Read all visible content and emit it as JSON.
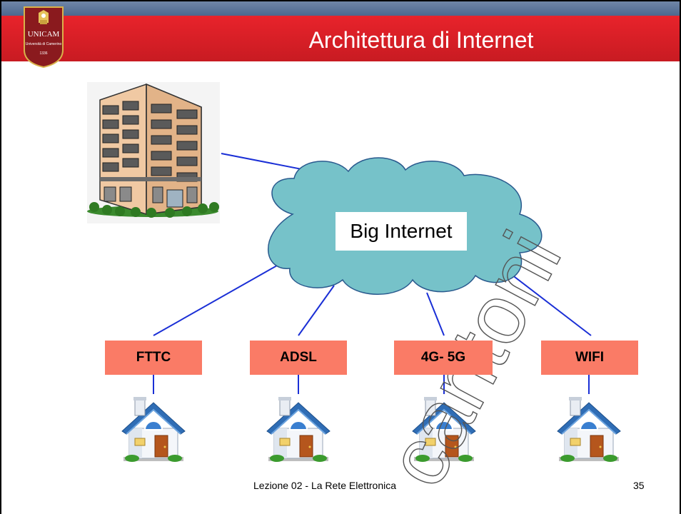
{
  "slide": {
    "title": "Architettura di Internet",
    "logo": {
      "name": "UNICAM",
      "subtitle": "Università di Camerino",
      "year": "1336"
    },
    "cloud_label": "Big Internet",
    "access_labels": [
      "FTTC",
      "ADSL",
      "4G- 5G",
      "WIFI"
    ],
    "footer": "Lezione 02 - La Rete Elettronica",
    "page_number": "35",
    "watermark": "cantoni"
  },
  "colors": {
    "header_red": "#e41f27",
    "header_blue": "#5a7399",
    "label_fill": "#fa7b66",
    "cloud_fill": "#76c2c9",
    "cloud_stroke": "#2a5a8e",
    "link_color": "#1a2fd6"
  },
  "icons": {
    "building": "office-building-icon",
    "house": "house-icon",
    "cloud": "cloud-icon"
  }
}
